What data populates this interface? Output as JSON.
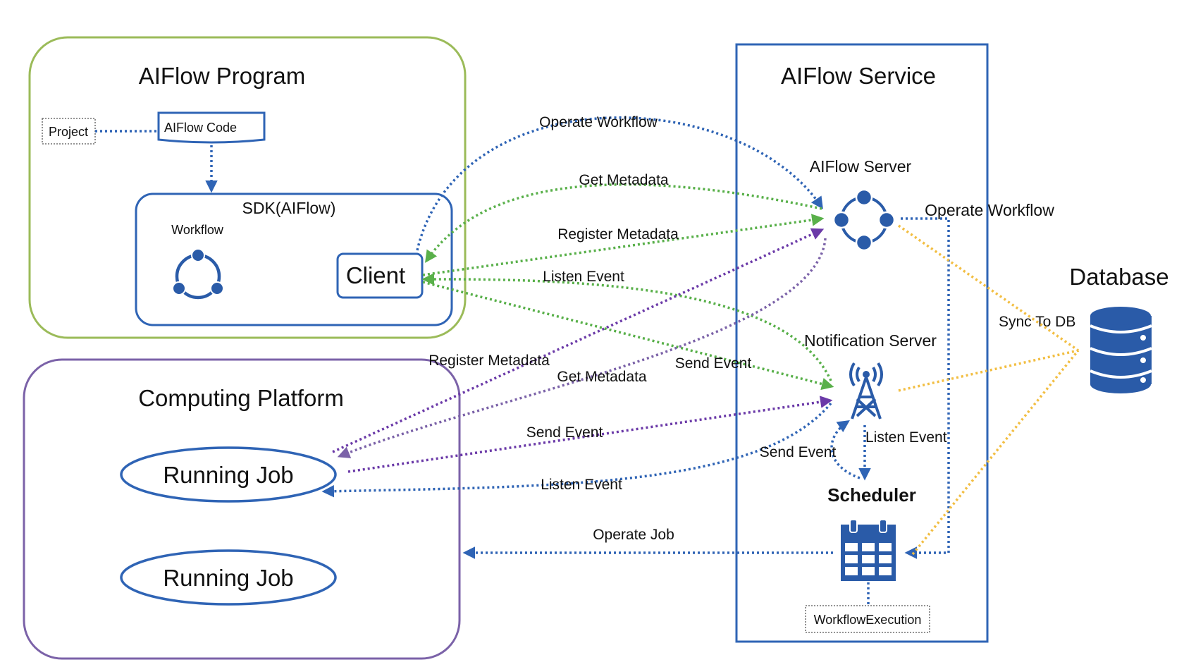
{
  "program": {
    "title": "AIFlow Program",
    "project_label": "Project",
    "code_label": "AIFlow Code",
    "sdk_label": "SDK(AIFlow)",
    "workflow_label": "Workflow",
    "client_label": "Client"
  },
  "platform": {
    "title": "Computing Platform",
    "job1_label": "Running Job",
    "job2_label": "Running Job"
  },
  "service": {
    "title": "AIFlow Service",
    "server_label": "AIFlow Server",
    "notification_label": "Notification Server",
    "scheduler_label": "Scheduler",
    "execution_label": "WorkflowExecution"
  },
  "database": {
    "title": "Database",
    "sync_label": "Sync To DB"
  },
  "edges": {
    "operate_workflow_top": "Operate Workflow",
    "get_metadata_top": "Get Metadata",
    "register_metadata_top": "Register Metadata",
    "listen_event_top": "Listen Event",
    "operate_workflow_right": "Operate Workflow",
    "register_metadata_left": "Register Metadata",
    "get_metadata_left": "Get Metadata",
    "send_event_mid": "Send Event",
    "send_event_job": "Send Event",
    "listen_event_job": "Listen Event",
    "listen_event_sched": "Listen Event",
    "send_event_sched": "Send Event",
    "operate_job": "Operate Job"
  },
  "colors": {
    "program_border": "#9bbb59",
    "platform_border": "#7b62a8",
    "service_border": "#2f64b5",
    "icon_blue": "#2a5ba8",
    "green": "#59b04a",
    "purple": "#6b3aa8",
    "yellow": "#f2be42"
  },
  "icons": {
    "workflow": "workflow-icon",
    "server": "aiflow-server-icon",
    "notification": "antenna-tower-icon",
    "scheduler": "calendar-icon",
    "database": "database-icon"
  }
}
